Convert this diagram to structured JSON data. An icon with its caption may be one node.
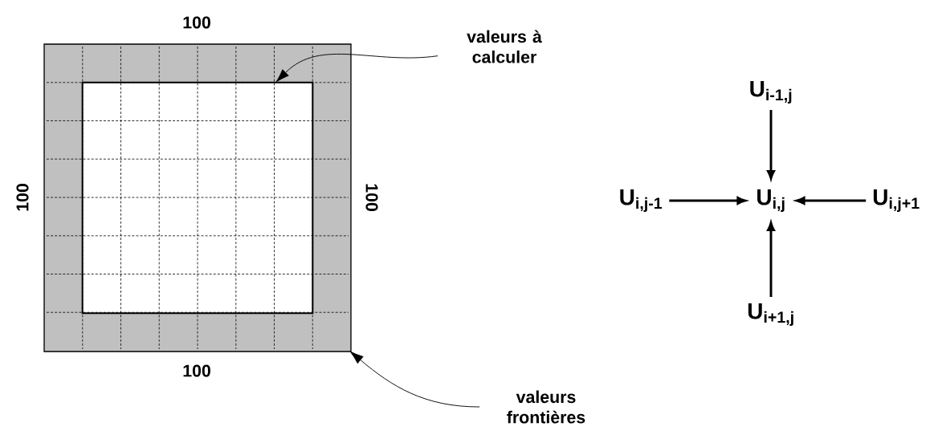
{
  "diagram": {
    "nodes": [
      {
        "text": [],
        "shape": "box"
      },
      {
        "text": [],
        "shape": "box",
        "in": 0
      },
      {
        "text": [
          "valeurs à calculer"
        ]
      },
      {
        "text": [
          "valeurs frontières"
        ]
      },
      {
        "text": [
          "U$_{i-1,j}$"
        ]
      },
      {
        "text": [
          "U$_{i,j-1}$"
        ]
      },
      {
        "text": [
          "U$_{i,j}$"
        ]
      },
      {
        "text": [
          "U$_{i,j+1}$"
        ]
      },
      {
        "text": [
          "U$_{i+1,j}$"
        ]
      }
    ],
    "edges": [
      {
        "from": 2,
        "to": 1,
        "arrow": "to"
      },
      {
        "from": 3,
        "to": 0,
        "arrow": "to"
      },
      {
        "from": 4,
        "to": 6,
        "arrow": "to"
      },
      {
        "from": 5,
        "to": 6,
        "arrow": "to"
      },
      {
        "from": 7,
        "to": 6,
        "arrow": "to"
      },
      {
        "from": 8,
        "to": 6,
        "arrow": "to"
      }
    ],
    "labels": [
      "100",
      "100",
      "100",
      "100"
    ]
  }
}
